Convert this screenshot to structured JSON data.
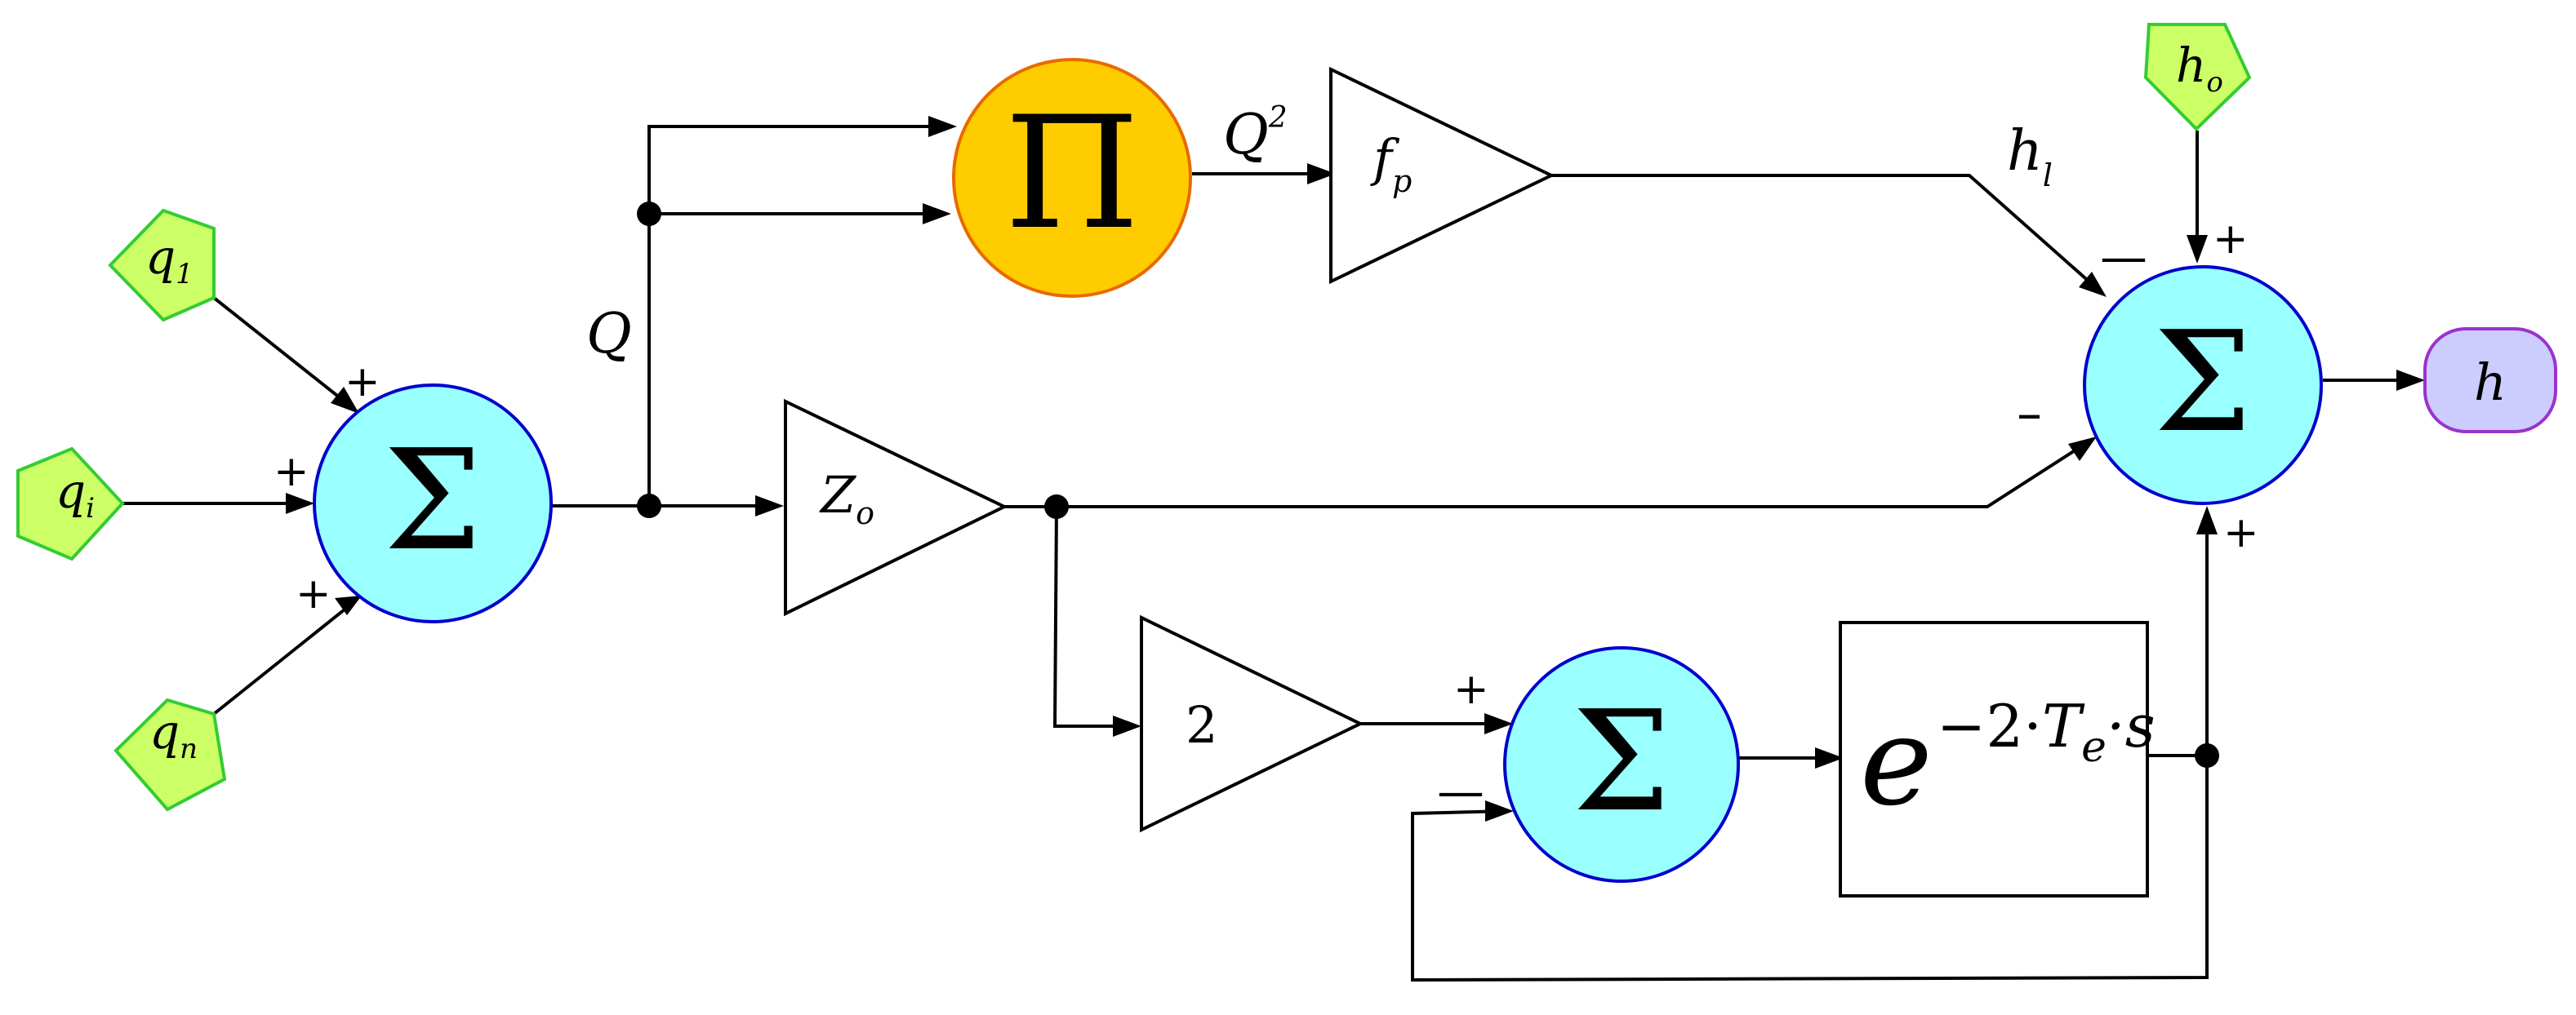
{
  "colors": {
    "sum_fill": "#99ffff",
    "sum_stroke": "#0000cc",
    "prod_fill": "#ffcc00",
    "prod_stroke": "#e86a00",
    "input_fill": "#ccff66",
    "input_stroke": "#33cc33",
    "output_fill": "#ccccff",
    "output_stroke": "#9933cc"
  },
  "inputs": {
    "q1": {
      "base": "q",
      "sub": "1"
    },
    "qi": {
      "base": "q",
      "sub": "i"
    },
    "qn": {
      "base": "q",
      "sub": "n"
    },
    "ho": {
      "base": "h",
      "sub": "o"
    }
  },
  "output": {
    "label": "h"
  },
  "blocks": {
    "sum_symbol": "Σ",
    "prod_symbol": "Π",
    "gain_fp": {
      "base": "f",
      "sub": "p"
    },
    "gain_zo": {
      "base": "Z",
      "sub": "o"
    },
    "gain_2": "2",
    "delay": {
      "base": "e",
      "exp_prefix": "−2·",
      "exp_var": "T",
      "exp_sub": "e",
      "exp_suffix": "·s"
    }
  },
  "signals": {
    "Q": "Q",
    "Q2": {
      "base": "Q",
      "sup": "2"
    },
    "hl": {
      "base": "h",
      "sub": "l"
    }
  },
  "signs": {
    "plus": "+",
    "minus": "—",
    "minus_short": "–"
  }
}
